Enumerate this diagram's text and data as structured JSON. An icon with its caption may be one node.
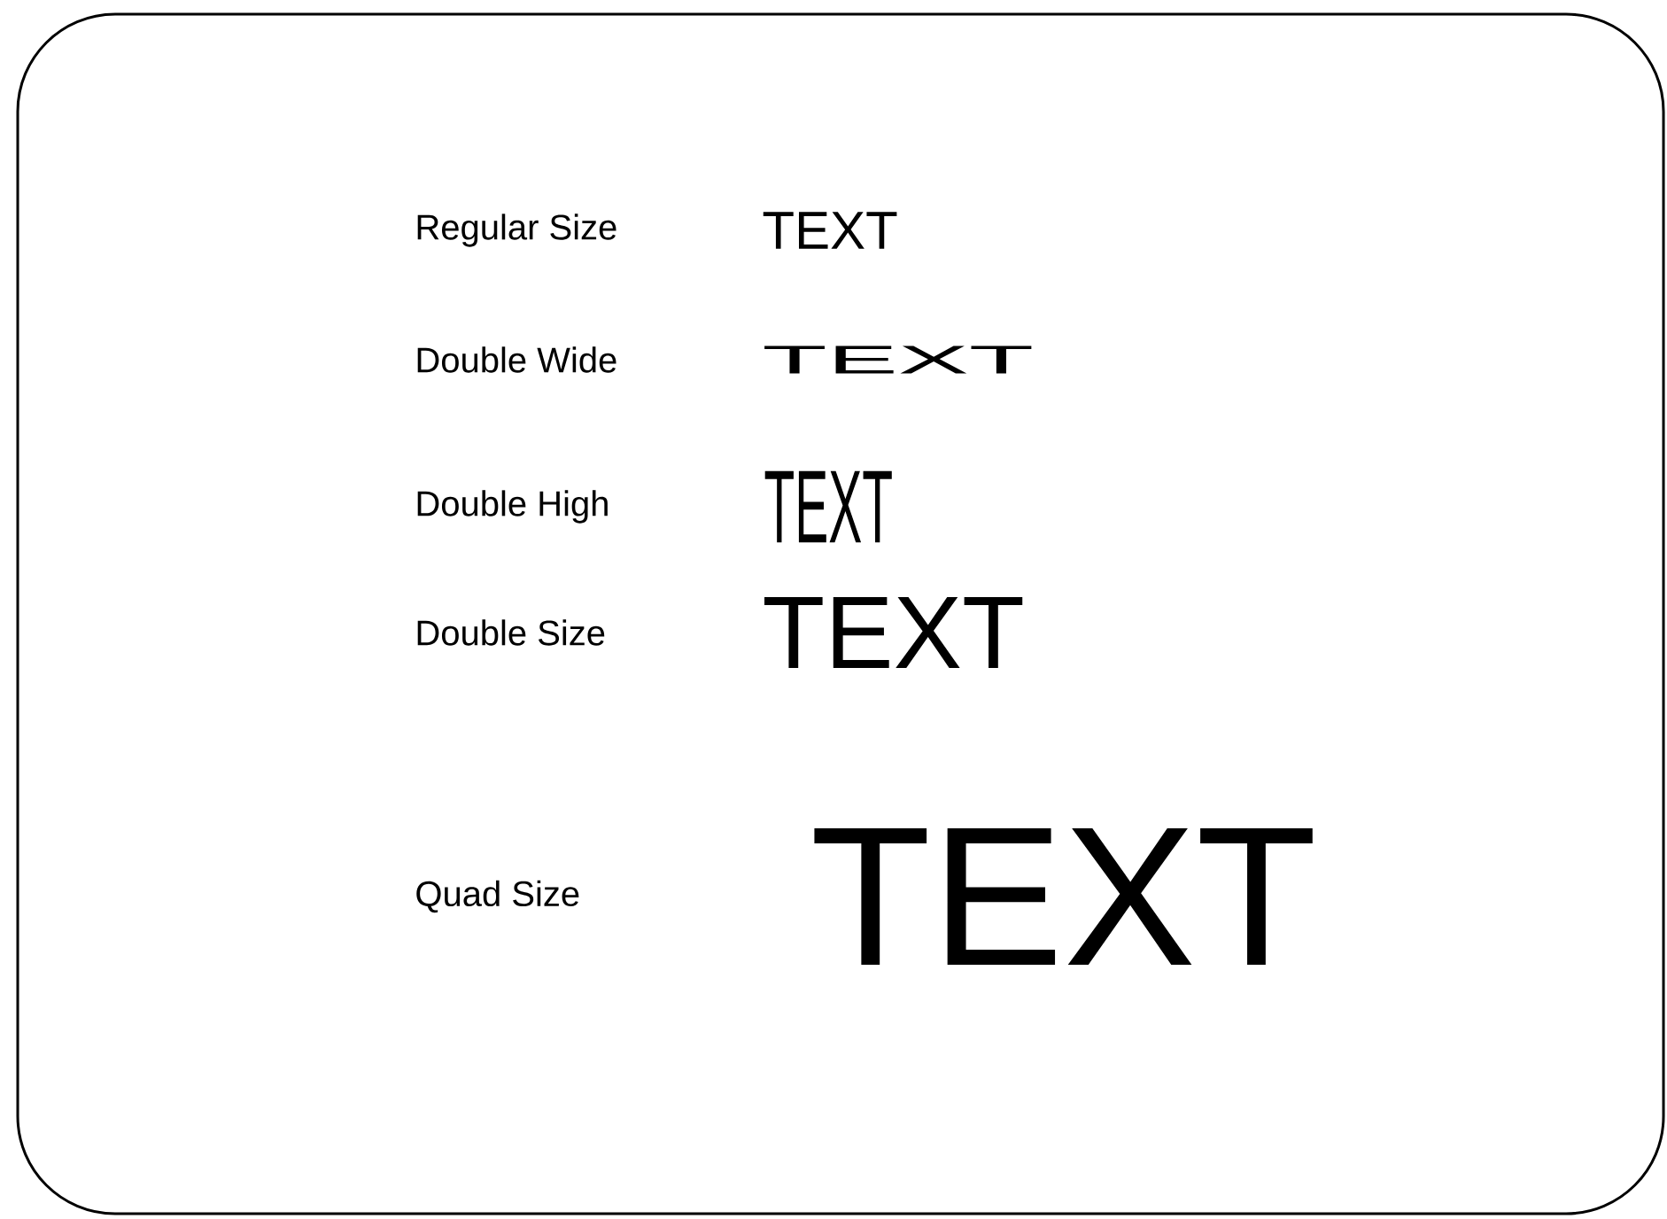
{
  "diagram": {
    "labels": [
      "Regular Size",
      "TEXT",
      "Double Wide",
      "TEXT",
      "Double High",
      "TEXT",
      "Double Size",
      "TEXT",
      "Quad Size",
      "TEXT"
    ]
  }
}
